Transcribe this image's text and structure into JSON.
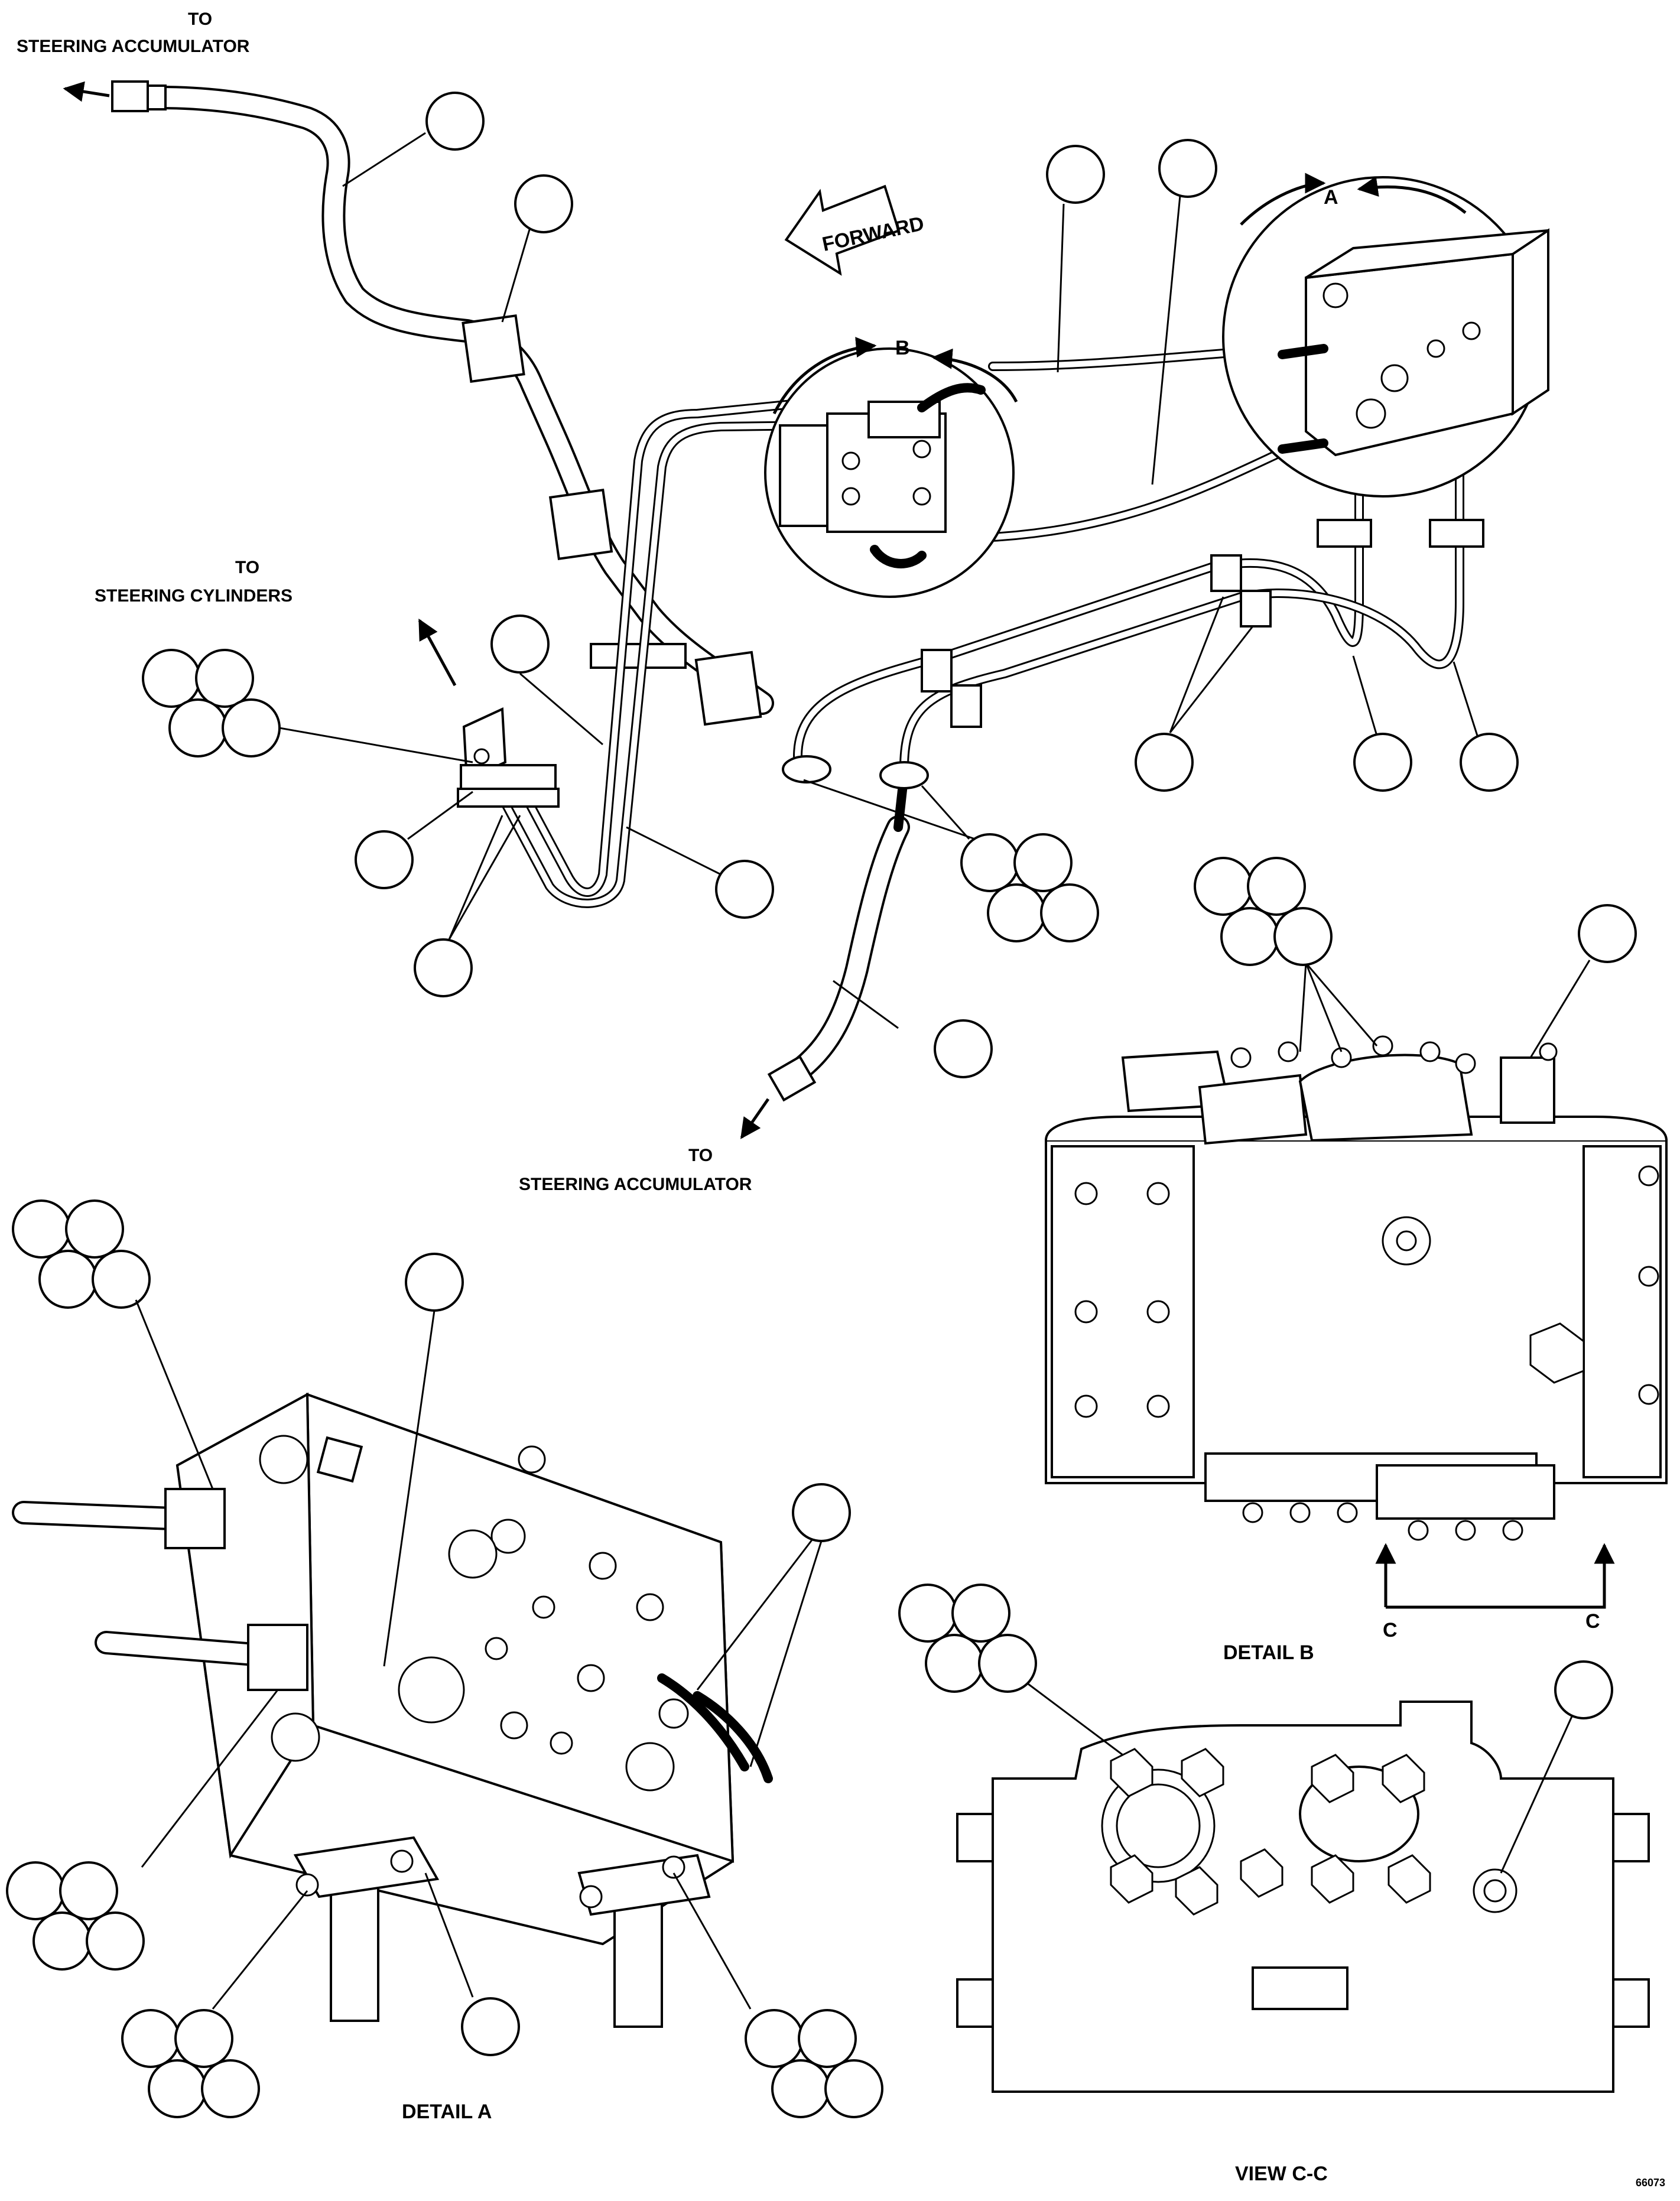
{
  "labels": {
    "to_1": "TO",
    "steering_accumulator_1": "STEERING ACCUMULATOR",
    "to_2": "TO",
    "steering_cylinders": "STEERING CYLINDERS",
    "to_3": "TO",
    "steering_accumulator_2": "STEERING ACCUMULATOR",
    "forward": "FORWARD",
    "detail_a_ref": "A",
    "detail_b_ref": "B",
    "section_c_left": "C",
    "section_c_right": "C",
    "detail_b": "DETAIL B",
    "detail_a": "DETAIL A",
    "view_cc": "VIEW C-C",
    "figure_id": "66073"
  }
}
